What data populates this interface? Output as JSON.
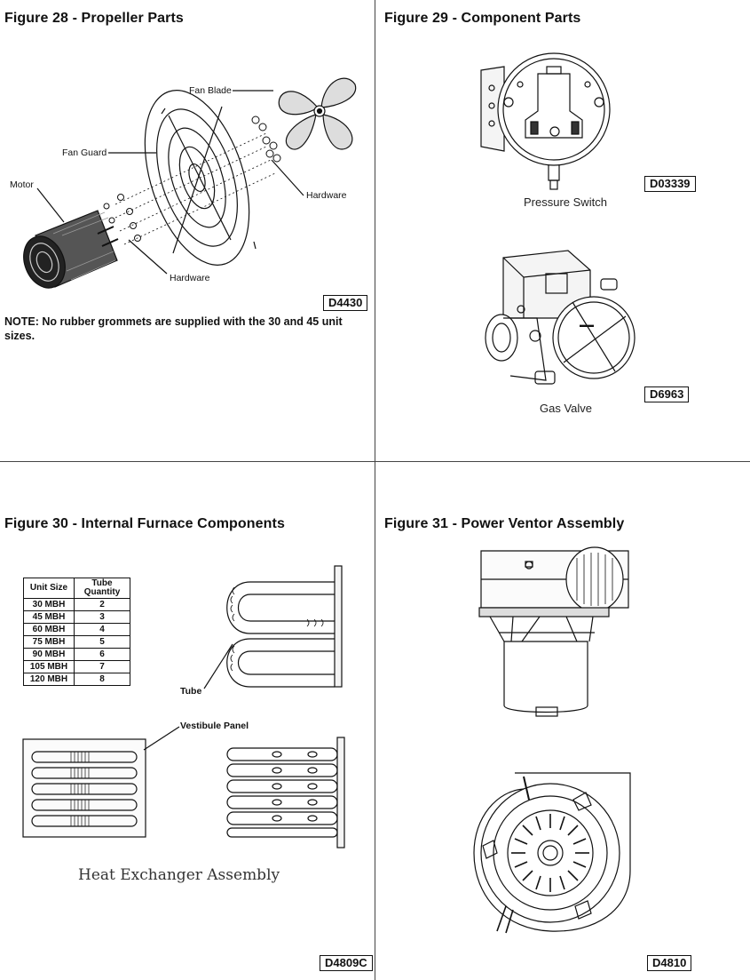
{
  "fig28": {
    "title": "Figure 28 - Propeller Parts",
    "labels": {
      "fan_blade": "Fan Blade",
      "fan_guard": "Fan Guard",
      "motor": "Motor",
      "hardware_upper": "Hardware",
      "hardware_lower": "Hardware"
    },
    "code": "D4430",
    "note": "NOTE: No rubber grommets are supplied with the 30 and 45 unit sizes."
  },
  "fig29": {
    "title": "Figure 29 - Component Parts",
    "pressure_switch": {
      "caption": "Pressure Switch",
      "code": "D03339"
    },
    "gas_valve": {
      "caption": "Gas Valve",
      "code": "D6963"
    }
  },
  "fig30": {
    "title": "Figure 30 - Internal Furnace Components",
    "table": {
      "headers": [
        "Unit Size",
        "Tube Quantity"
      ],
      "rows": [
        [
          "30 MBH",
          "2"
        ],
        [
          "45 MBH",
          "3"
        ],
        [
          "60 MBH",
          "4"
        ],
        [
          "75 MBH",
          "5"
        ],
        [
          "90 MBH",
          "6"
        ],
        [
          "105 MBH",
          "7"
        ],
        [
          "120 MBH",
          "8"
        ]
      ]
    },
    "labels": {
      "tube": "Tube",
      "vestibule_panel": "Vestibule Panel"
    },
    "caption": "Heat Exchanger Assembly",
    "code": "D4809C"
  },
  "fig31": {
    "title": "Figure 31 - Power Ventor Assembly",
    "code": "D4810"
  }
}
